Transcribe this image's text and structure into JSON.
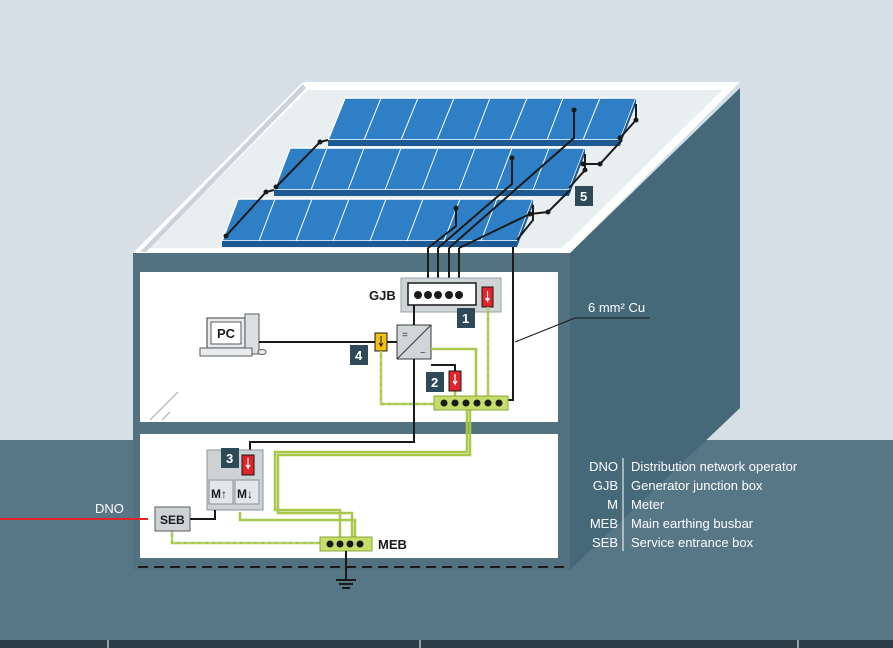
{
  "labels": {
    "gjb": "GJB",
    "pc": "PC",
    "cable": "6 mm² Cu",
    "dno": "DNO",
    "seb": "SEB",
    "meb": "MEB",
    "meter_in": "M↑",
    "meter_out": "M↓"
  },
  "callouts": [
    "1",
    "2",
    "3",
    "4",
    "5"
  ],
  "legend": [
    {
      "abbr": "DNO",
      "desc": "Distribution network operator"
    },
    {
      "abbr": "GJB",
      "desc": "Generator junction box"
    },
    {
      "abbr": "M",
      "desc": "Meter"
    },
    {
      "abbr": "MEB",
      "desc": "Main earthing busbar"
    },
    {
      "abbr": "SEB",
      "desc": "Service entrance box"
    }
  ],
  "colors": {
    "sky": "#d5dee4",
    "ground": "#557585",
    "wall": "#3f6472",
    "panel": "#2f7fc6",
    "earth_line": "#a8c84a",
    "surge_red": "#e0242a",
    "surge_yellow": "#f3c01a",
    "callout_bg": "#2e4a58"
  }
}
